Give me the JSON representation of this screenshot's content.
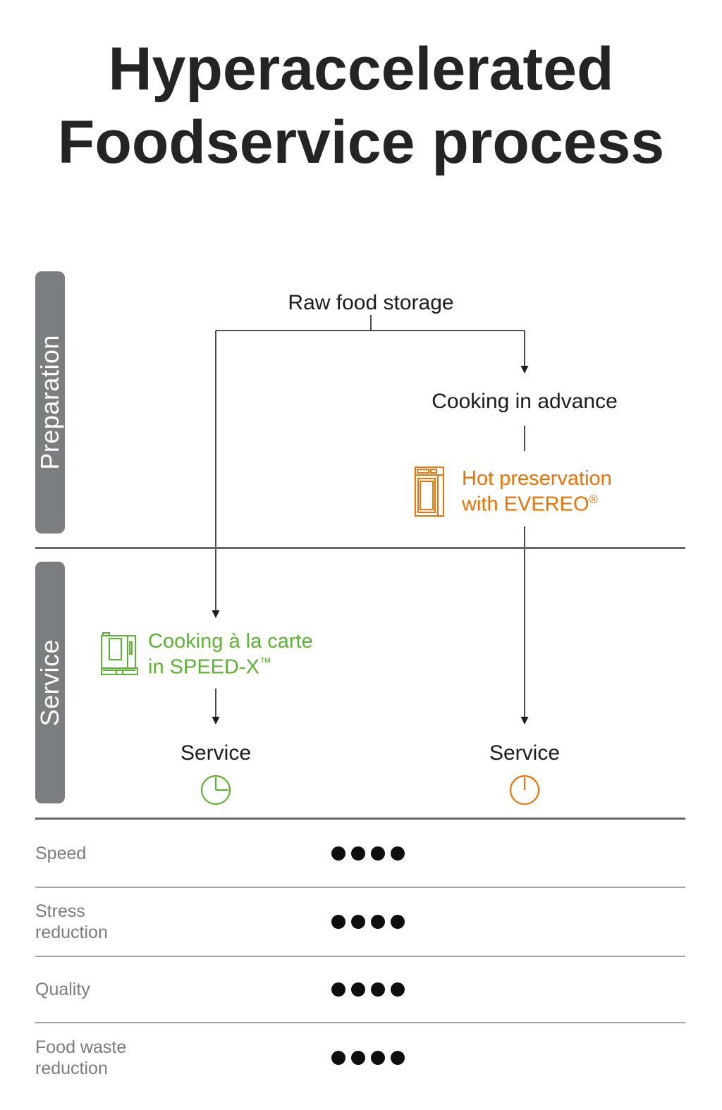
{
  "title": {
    "line1": "Hyperaccelerated",
    "line2": "Foodservice process"
  },
  "sections": {
    "preparation_label": "Preparation",
    "service_label": "Service"
  },
  "flow": {
    "raw_food_storage": "Raw food storage",
    "cooking_in_advance": "Cooking in advance",
    "hot_preservation_line1": "Hot preservation",
    "hot_preservation_line2": "with EVEREO",
    "hot_preservation_sup": "®",
    "cooking_alacarte_line1": "Cooking à la carte",
    "cooking_alacarte_line2": "in SPEED-X",
    "cooking_alacarte_sup": "™",
    "service_left": "Service",
    "service_right": "Service"
  },
  "icons": {
    "evereo": "hot-preservation-cabinet-icon",
    "speedx": "speed-x-oven-icon",
    "clock_left": "clock-quarter-past-icon",
    "clock_right": "clock-at-twelve-icon"
  },
  "ratings": {
    "max_dots": 4,
    "rows": [
      {
        "label": "Speed",
        "dots": 4
      },
      {
        "label": "Stress reduction",
        "dots": 4
      },
      {
        "label": "Quality",
        "dots": 4
      },
      {
        "label": "Food waste reduction",
        "dots": 4
      }
    ]
  },
  "colors": {
    "orange": "#ee7203",
    "green": "#5cb233",
    "bar_gray": "#7b7e80",
    "text_dark": "#1c1c1c",
    "label_gray": "#7b7b7b",
    "divider_dark": "#63676a",
    "divider_light": "#a6a6a6",
    "dot_black": "#0e0e0e"
  }
}
